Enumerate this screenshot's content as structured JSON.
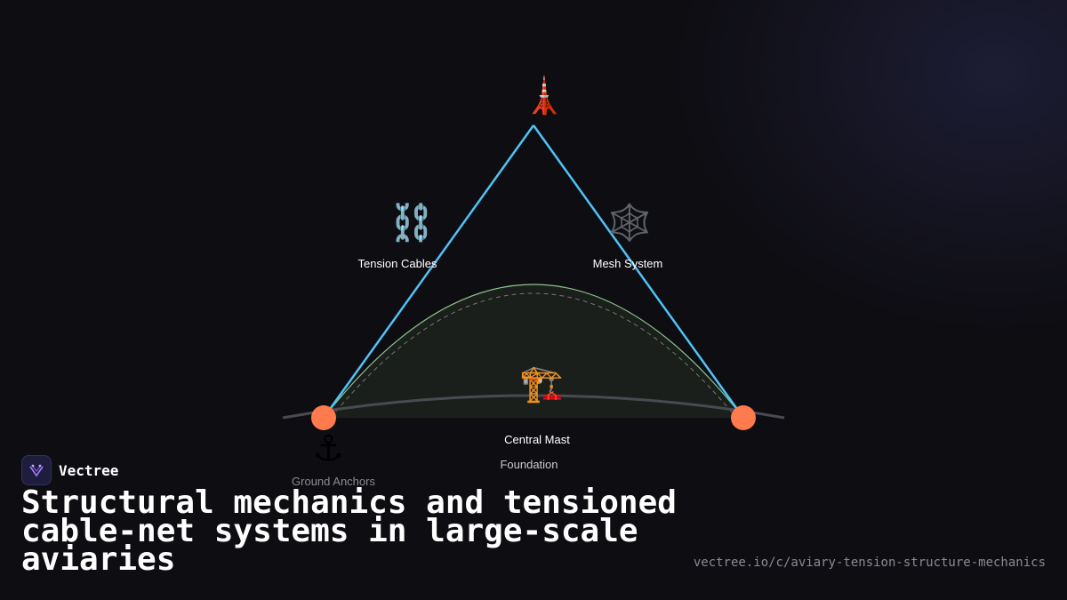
{
  "diagram": {
    "nodes": {
      "top": {
        "icon": "tower-icon",
        "glyph": "🗼"
      },
      "tension_cables": {
        "label": "Tension Cables",
        "icon": "chain-icon",
        "glyph": "⛓️"
      },
      "mesh_system": {
        "label": "Mesh System",
        "icon": "spider-web-icon",
        "glyph": "🕸️"
      },
      "central_mast": {
        "label": "Central Mast",
        "icon": "crane-icon",
        "glyph": "🏗️"
      },
      "foundation": {
        "label": "Foundation"
      },
      "ground_anchors": {
        "label": "Ground Anchors",
        "icon": "anchor-icon",
        "glyph": "⚓"
      }
    },
    "colors": {
      "cable": "#4fc3f7",
      "arch": "#8bc28c",
      "anchor_dot": "#ff7a4d",
      "ground": "#4a4a52"
    }
  },
  "brand": {
    "name": "Vectree",
    "logo_icon": "vectree-logo-icon"
  },
  "title": "Structural mechanics and tensioned cable-net systems in large-scale aviaries",
  "url": "vectree.io/c/aviary-tension-structure-mechanics"
}
